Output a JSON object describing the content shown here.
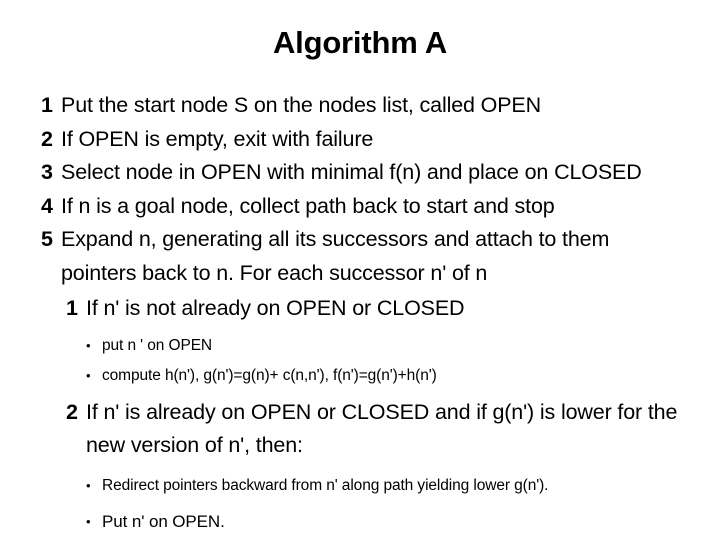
{
  "slide": {
    "title": "Algorithm A",
    "steps": [
      {
        "num": "1",
        "text": "Put the start node S on the nodes list, called OPEN"
      },
      {
        "num": "2",
        "text": "If OPEN is empty, exit with failure"
      },
      {
        "num": "3",
        "text": "Select node in OPEN with minimal f(n) and place on CLOSED"
      },
      {
        "num": "4",
        "text": "If n is a goal node, collect path back to start and stop"
      },
      {
        "num": "5",
        "text": "Expand n, generating all its successors and attach to them",
        "continuation": "pointers back to n.  For each successor n' of n"
      }
    ],
    "substeps": [
      {
        "num": "1",
        "text": "If n' is not already on OPEN or CLOSED",
        "bullets": [
          "put n ' on OPEN",
          "compute h(n'),  g(n')=g(n)+ c(n,n'),  f(n')=g(n')+h(n')"
        ]
      },
      {
        "num": "2",
        "text": "If n' is already on OPEN or CLOSED and if g(n') is lower for the",
        "continuation": "new version of n', then:",
        "bullets": [
          "Redirect pointers backward from n' along path yielding lower g(n').",
          "Put n' on OPEN."
        ]
      }
    ],
    "bullet_glyph": "•"
  }
}
